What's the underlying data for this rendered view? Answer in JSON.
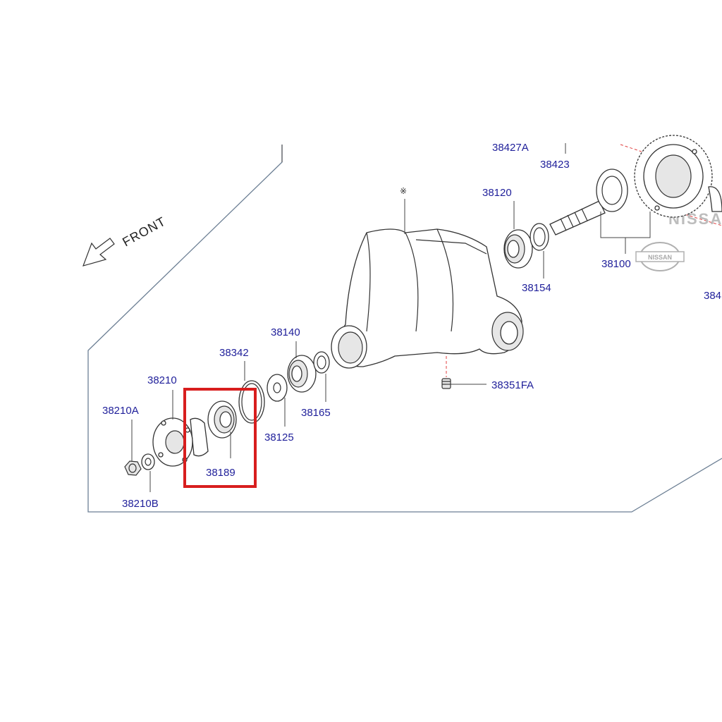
{
  "direction": {
    "label": "FRONT"
  },
  "brand": {
    "text": "NISSAN",
    "logo_text": "NISSAN"
  },
  "center_mark": "※",
  "highlight": {
    "part_number": "38189",
    "color": "#d81e1e"
  },
  "colors": {
    "label": "#1f1f9a",
    "frame": "#6c7f94",
    "dashed": "#e04040"
  },
  "parts": [
    {
      "id": "38427A",
      "label": "38427A"
    },
    {
      "id": "38423",
      "label": "38423"
    },
    {
      "id": "38120",
      "label": "38120"
    },
    {
      "id": "38154",
      "label": "38154"
    },
    {
      "id": "38100",
      "label": "38100"
    },
    {
      "id": "384",
      "label": "384"
    },
    {
      "id": "38140",
      "label": "38140"
    },
    {
      "id": "38342",
      "label": "38342"
    },
    {
      "id": "38165",
      "label": "38165"
    },
    {
      "id": "38125",
      "label": "38125"
    },
    {
      "id": "38351FA",
      "label": "38351FA"
    },
    {
      "id": "38210",
      "label": "38210"
    },
    {
      "id": "38210A",
      "label": "38210A"
    },
    {
      "id": "38189",
      "label": "38189"
    },
    {
      "id": "38210B",
      "label": "38210B"
    }
  ]
}
